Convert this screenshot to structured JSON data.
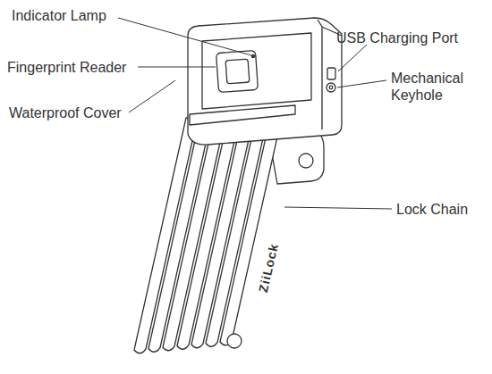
{
  "diagram": {
    "labels": [
      "Indicator Lamp",
      "Fingerprint Reader",
      "Waterproof Cover",
      "USB Charging Port",
      "Mechanical Keyhole",
      "Lock Chain",
      "ZiiLock"
    ]
  }
}
